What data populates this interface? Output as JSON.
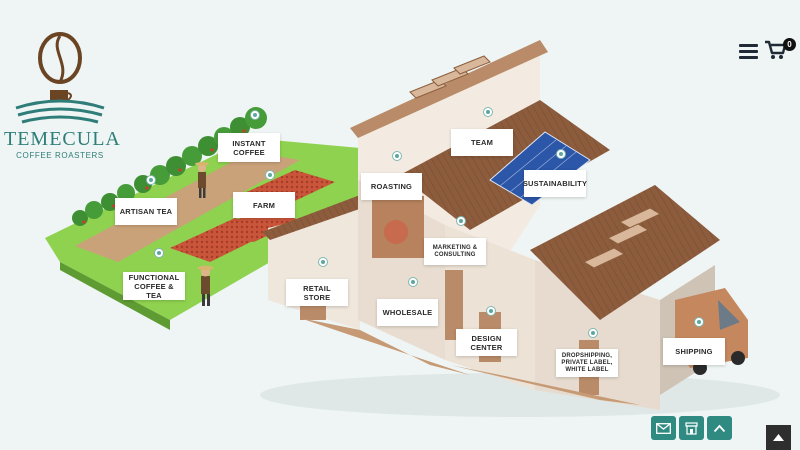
{
  "brand": {
    "name": "TEMECULA",
    "tagline": "COFFEE ROASTERS"
  },
  "header": {
    "menu_icon": "hamburger-icon",
    "cart_icon": "cart-icon",
    "cart_count": "0"
  },
  "hotspots": {
    "instant_coffee": "INSTANT COFFEE",
    "artisan_tea": "ARTISAN TEA",
    "farm": "FARM",
    "functional": "FUNCTIONAL COFFEE & TEA",
    "team": "TEAM",
    "roasting": "ROASTING",
    "sustainability": "SUSTAINABILITY",
    "marketing": "MARKETING & CONSULTING",
    "retail": "RETAIL STORE",
    "wholesale": "WHOLESALE",
    "design": "DESIGN CENTER",
    "dropshipping": "DROPSHIPPING, PRIVATE LABEL, WHITE LABEL",
    "shipping": "SHIPPING"
  },
  "floating": {
    "mail_icon": "mail-icon",
    "store_icon": "store-icon",
    "up_icon": "chevron-up-icon",
    "scroll_icon": "scroll-top-icon"
  },
  "colors": {
    "accent": "#2f8a82",
    "background": "#eef5f4",
    "roof": "#8a5b3e",
    "wall": "#efe6dc",
    "grass": "#8fd24f"
  }
}
